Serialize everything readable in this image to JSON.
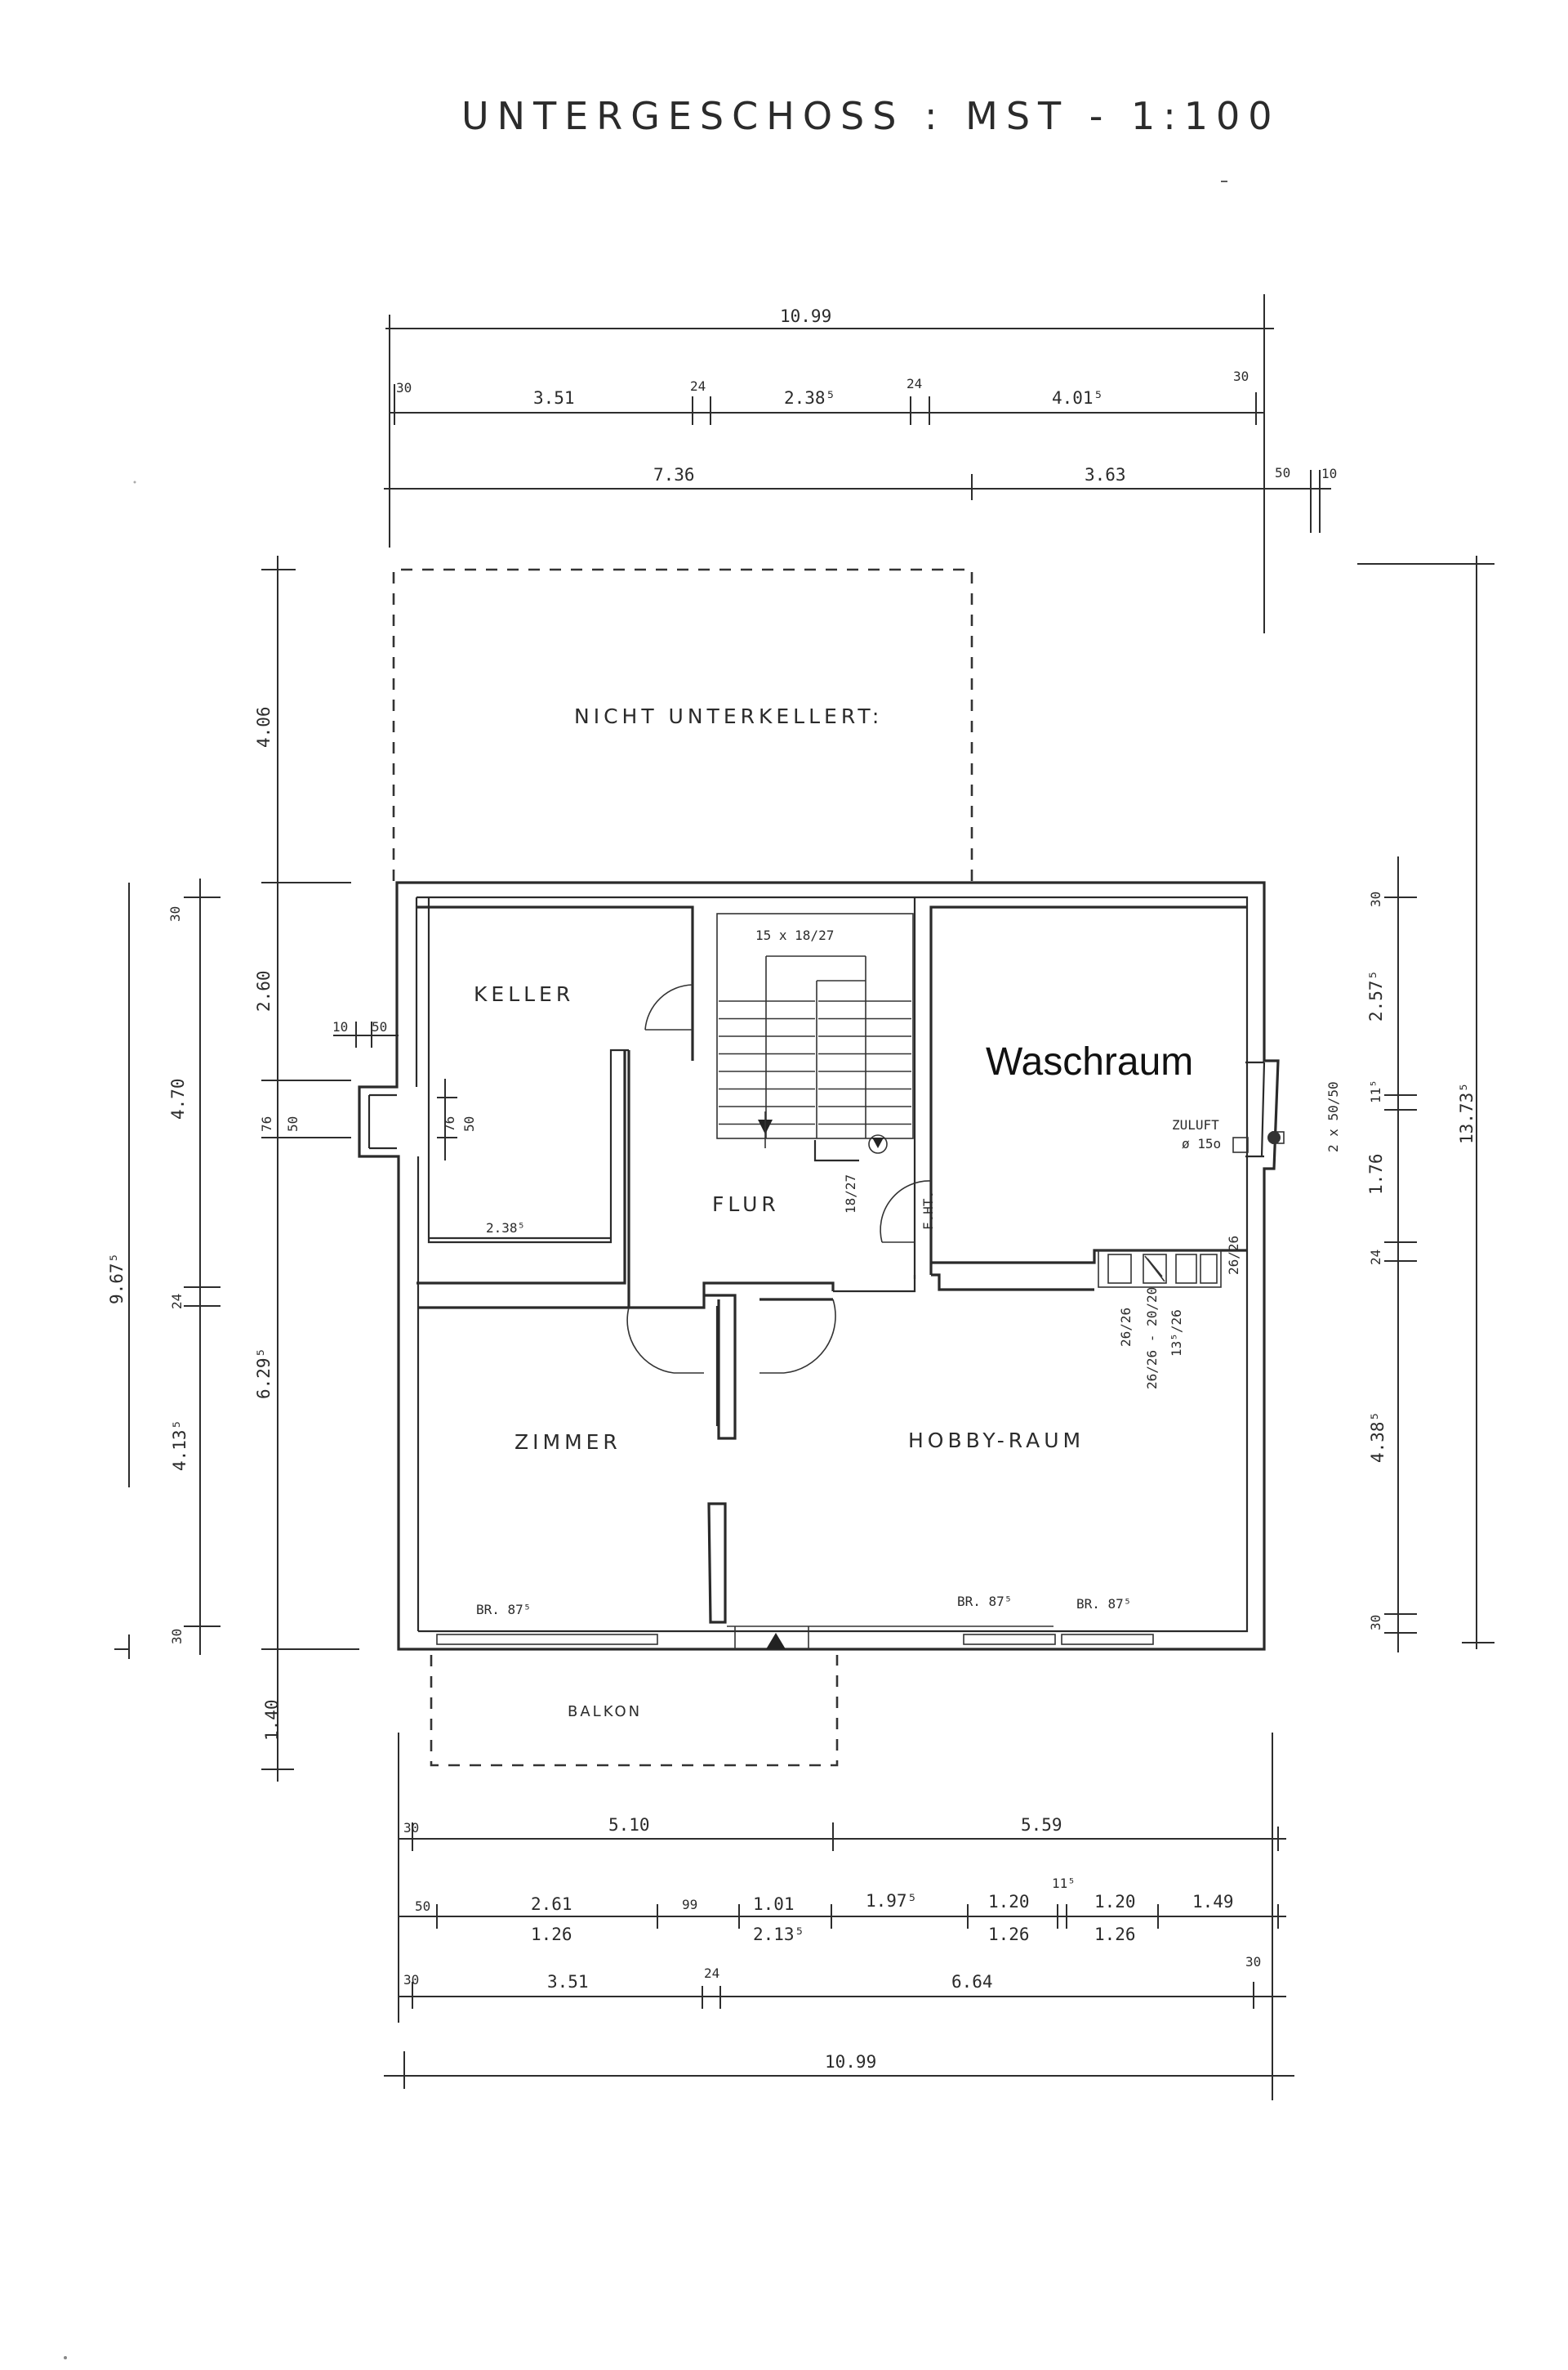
{
  "title": "UNTERGESCHOSS :   MST - 1:100",
  "rooms": {
    "nicht_unterkellert": "NICHT UNTERKELLERT:",
    "keller": "KELLER",
    "flur": "FLUR",
    "waschraum": "Waschraum",
    "zimmer": "ZIMMER",
    "hobby_raum": "HOBBY-RAUM",
    "balkon": "BALKON"
  },
  "annotations": {
    "stair": "15 x 18/27",
    "stair_small": "18/27",
    "fht": "F.HT.",
    "zuluft": "ZULUFT",
    "zuluft_dia": "ø 15o",
    "vent": "2 x 50/50",
    "flue_right": "26/26",
    "flue_1": "26/26",
    "flue_2": "26/26 - 20/20",
    "flue_3": "13⁵/26",
    "keller_width": "2.38⁵",
    "pillar_76": "76",
    "pillar_50": "50",
    "br_zimmer": "BR. 87⁵",
    "br_hobby_1": "BR. 87⁵",
    "br_hobby_2": "BR. 87⁵"
  },
  "dims_top": {
    "overall": "10.99",
    "r1": [
      "30",
      "3.51",
      "24",
      "2.38⁵",
      "24",
      "4.01⁵",
      "30"
    ],
    "r2": [
      "7.36",
      "3.63",
      "50",
      "10"
    ]
  },
  "dims_left": {
    "outer": [
      "4.06",
      "2.60",
      "76",
      "50",
      "6.29⁵",
      "1.40"
    ],
    "inner": [
      "30",
      "4.70",
      "24",
      "4.13⁵",
      "30"
    ],
    "overall": "9.67⁵",
    "small": [
      "10",
      "50"
    ]
  },
  "dims_right": {
    "overall": "13.73⁵",
    "inner": [
      "30",
      "2.57⁵",
      "11⁵",
      "1.76",
      "24",
      "4.38⁵",
      "30"
    ]
  },
  "dims_bottom": {
    "r1": [
      "30",
      "5.10",
      "5.59"
    ],
    "r2_top": [
      "50",
      "2.61",
      "99",
      "1.01",
      "1.97⁵",
      "1.20",
      "11⁵",
      "1.20",
      "1.49"
    ],
    "r2_bottom": [
      "1.26",
      "2.13⁵",
      "1.26",
      "1.26"
    ],
    "r3": [
      "30",
      "3.51",
      "24",
      "6.64",
      "30"
    ],
    "overall": "10.99"
  }
}
